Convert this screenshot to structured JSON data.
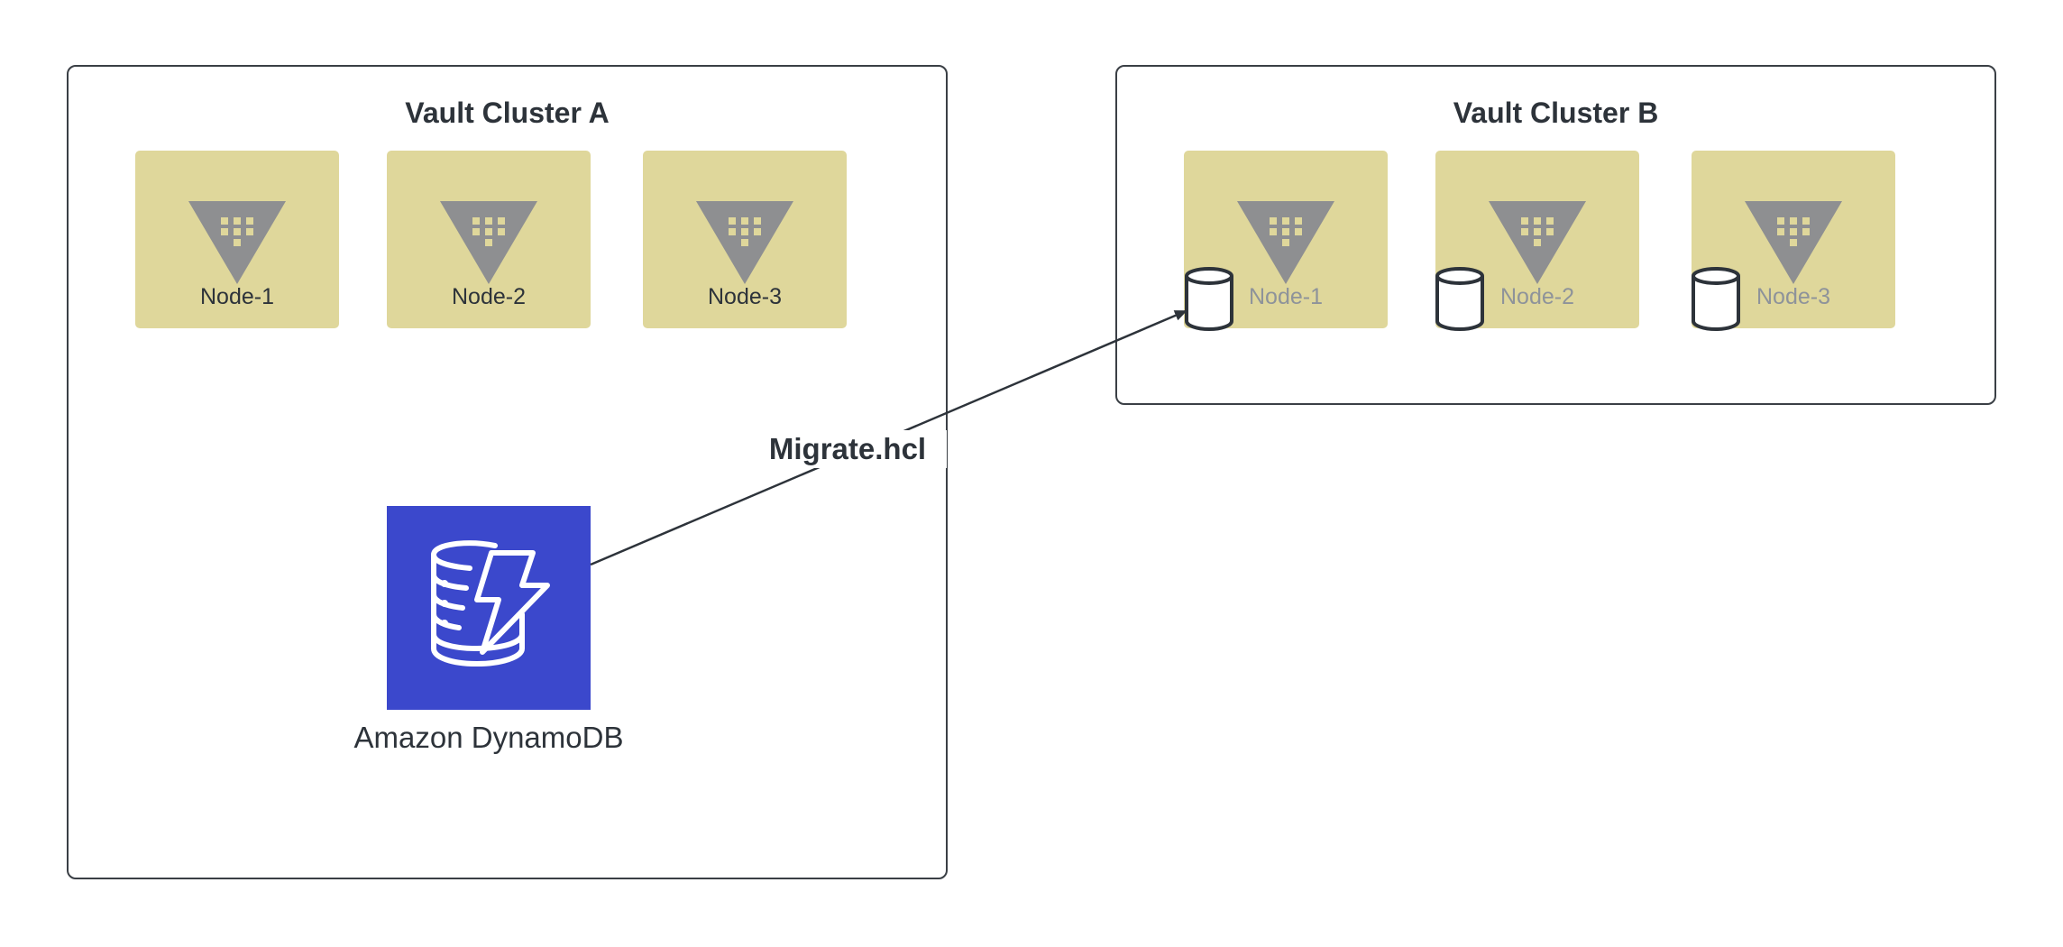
{
  "diagram": {
    "cluster_a": {
      "title": "Vault Cluster A",
      "nodes": [
        {
          "label": "Node-1"
        },
        {
          "label": "Node-2"
        },
        {
          "label": "Node-3"
        }
      ],
      "storage": {
        "label": "Amazon DynamoDB"
      }
    },
    "cluster_b": {
      "title": "Vault Cluster B",
      "nodes": [
        {
          "label": "Node-1"
        },
        {
          "label": "Node-2"
        },
        {
          "label": "Node-3"
        }
      ]
    },
    "connector": {
      "label": "Migrate.hcl"
    }
  },
  "colors": {
    "node_fill": "#dfd79b",
    "vault_triangle": "#8e8f91",
    "dynamodb_fill": "#3b48cc",
    "border": "#3a3f45",
    "text": "#2d333a",
    "muted_text": "#8e939a"
  },
  "icons": {
    "vault": "vault-triangle-icon",
    "dynamodb": "dynamodb-icon",
    "storage": "cylinder-disk-icon"
  }
}
